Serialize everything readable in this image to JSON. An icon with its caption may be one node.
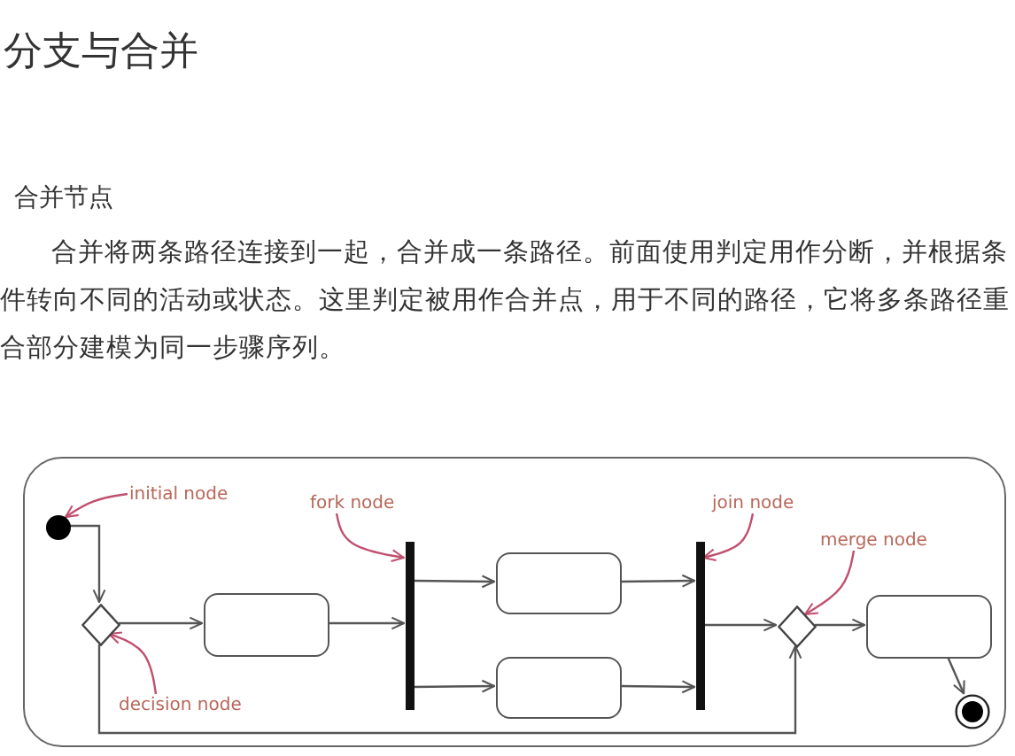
{
  "diagram": {
    "title": "分支与合并",
    "nodes": [
      {
        "text": [],
        "shape": "box"
      },
      {
        "text": [],
        "shape": "circle",
        "in": 0
      },
      {
        "text": [],
        "shape": "diamond",
        "in": 0
      },
      {
        "text": [],
        "shape": "box",
        "in": 0
      },
      {
        "text": [],
        "shape": "bar",
        "in": 0
      },
      {
        "text": [],
        "shape": "box",
        "in": 0
      },
      {
        "text": [],
        "shape": "box",
        "in": 0
      },
      {
        "text": [],
        "shape": "bar",
        "in": 0
      },
      {
        "text": [],
        "shape": "diamond",
        "in": 0
      },
      {
        "text": [],
        "shape": "box",
        "in": 0
      },
      {
        "text": [],
        "shape": "circle",
        "in": 0
      },
      {
        "text": [
          "initial node"
        ],
        "in": 0
      },
      {
        "text": [
          "decision node"
        ],
        "in": 0
      },
      {
        "text": [
          "fork node"
        ],
        "in": 0
      },
      {
        "text": [
          "join node"
        ],
        "in": 0
      },
      {
        "text": [
          "merge node"
        ],
        "in": 0
      }
    ],
    "edges": [
      {
        "from": 1,
        "to": 2,
        "arrow": "to"
      },
      {
        "from": 2,
        "to": 3,
        "arrow": "to"
      },
      {
        "from": 3,
        "to": 4,
        "arrow": "to"
      },
      {
        "from": 4,
        "to": 5,
        "arrow": "to"
      },
      {
        "from": 4,
        "to": 6,
        "arrow": "to"
      },
      {
        "from": 5,
        "to": 7,
        "arrow": "to"
      },
      {
        "from": 6,
        "to": 7,
        "arrow": "to"
      },
      {
        "from": 7,
        "to": 8,
        "arrow": "to"
      },
      {
        "from": 8,
        "to": 9,
        "arrow": "to"
      },
      {
        "from": 9,
        "to": 10,
        "arrow": "to"
      },
      {
        "from": 2,
        "to": 8,
        "arrow": "to"
      },
      {
        "from": 11,
        "to": 1,
        "arrow": "to",
        "color": "#c0506e"
      },
      {
        "from": 12,
        "to": 2,
        "arrow": "to",
        "color": "#c0506e"
      },
      {
        "from": 13,
        "to": 4,
        "arrow": "to",
        "color": "#c0506e"
      },
      {
        "from": 14,
        "to": 7,
        "arrow": "to",
        "color": "#c0506e"
      },
      {
        "from": 15,
        "to": 8,
        "arrow": "to",
        "color": "#c0506e"
      }
    ],
    "labels": [
      "合并节点",
      "合并将两条路径连接到一起，合并成一条路径。前面使用判定用作分断，并根据条件转向不同的活动或状态。这里判定被用作合并点，用于不同的路径，它将多条路径重合部分建模为同一步骤序列。"
    ]
  }
}
